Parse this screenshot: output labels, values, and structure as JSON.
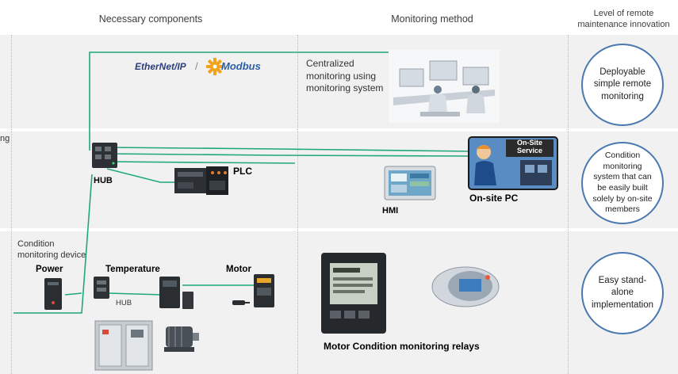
{
  "headers": {
    "components": "Necessary components",
    "monitoring": "Monitoring method",
    "innovation": "Level of remote maintenance innovation"
  },
  "left_edge_fragment": "ng",
  "protocols": {
    "ethernet": "EtherNet/IP",
    "modbus": "Modbus"
  },
  "row1": {
    "method": "Centralized monitoring using monitoring system",
    "level": "Deployable simple remote monitoring"
  },
  "row2": {
    "hub": "HUB",
    "plc": "PLC",
    "hmi": "HMI",
    "onsite_pc": "On-site PC",
    "sign": "On-Site Service",
    "level": "Condition monitoring system that can be easily built solely by on-site members"
  },
  "row3": {
    "device_label": "Condition monitoring device",
    "power": "Power",
    "temperature": "Temperature",
    "motor": "Motor",
    "hub": "HUB",
    "relays": "Motor Condition monitoring relays",
    "level": "Easy stand-alone implementation"
  },
  "colors": {
    "wire": "#1fa87a",
    "circle_border": "#4a78b0",
    "panel": "#f1f1f1",
    "modbus_blue": "#2b5ea8",
    "modbus_orange": "#f2a31b"
  }
}
